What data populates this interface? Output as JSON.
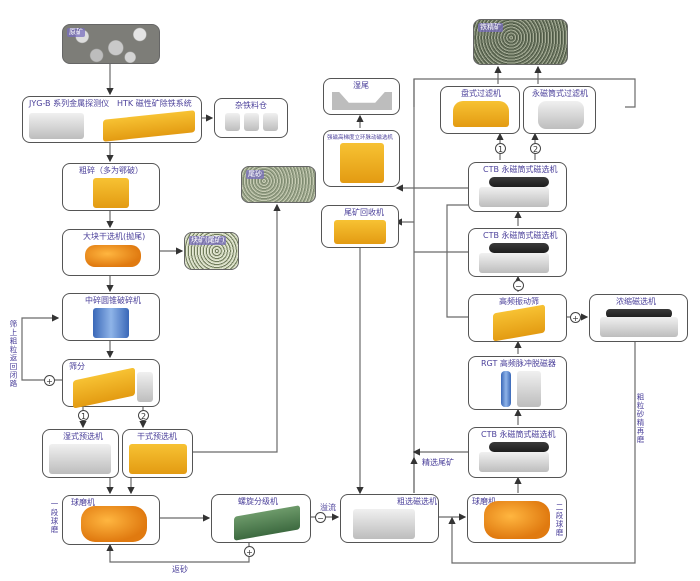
{
  "diagram": {
    "type": "process-flowchart",
    "title": "磁铁矿选矿工艺流程",
    "accent_color": "#4a3f9a",
    "line_color": "#6a6a6a",
    "nodes": {
      "raw_ore": {
        "label": "原矿"
      },
      "detector": {
        "label_left": "JYG-B 系列金属探测仪",
        "label_right": "HTK 磁性矿除铁系统"
      },
      "iron_bin": {
        "label": "杂铁料仓"
      },
      "coarse_crush": {
        "label": "粗碎（多为鄂破）"
      },
      "dry_separator": {
        "label": "大块干选机(抛尾)"
      },
      "dry_tail_product": {
        "label": "块矿(尾矿)"
      },
      "medium_crush": {
        "label": "中碎圆锥破碎机"
      },
      "screening": {
        "label": "筛分"
      },
      "wet_preseparator": {
        "label": "湿式预选机"
      },
      "dry_preseparator": {
        "label": "干式预选机"
      },
      "ball_mill_1": {
        "label": "球磨机",
        "side_label": "一段球磨"
      },
      "spiral_classifier": {
        "label": "螺旋分级机"
      },
      "rough_separator": {
        "label": "粗选磁选机"
      },
      "ball_mill_2": {
        "label": "球磨机",
        "side_label": "二段球磨"
      },
      "ctb_3": {
        "label": "CTB 永磁筒式磁选机"
      },
      "rgt": {
        "label": "RGT 高频脉冲脱磁器"
      },
      "hf_screen": {
        "label": "高频振动筛"
      },
      "thickening_separator": {
        "label": "浓缩磁选机"
      },
      "ctb_2": {
        "label": "CTB 永磁筒式磁选机"
      },
      "ctb_1": {
        "label": "CTB 永磁筒式磁选机"
      },
      "disc_filter": {
        "label": "盘式过滤机"
      },
      "drum_filter": {
        "label": "永磁筒式过滤机"
      },
      "concentrate": {
        "label": "铁精矿"
      },
      "tailings_product": {
        "label": "尾砂"
      },
      "high_grad_separator": {
        "label": "强磁高梯度立环脉动磁选机"
      },
      "tailings_pond": {
        "label": "湿尾"
      },
      "tail_recovery": {
        "label": "尾矿回收机"
      }
    },
    "edge_labels": {
      "screen_return": "筛上粗粒返回闭路",
      "return_sand": "返砂",
      "overflow": "溢流",
      "cleaner_tail": "精选尾矿",
      "coarse_regrind": "粗粒砂精再磨",
      "branch_1": "1",
      "branch_2": "2",
      "plus": "+",
      "minus": "−"
    }
  }
}
